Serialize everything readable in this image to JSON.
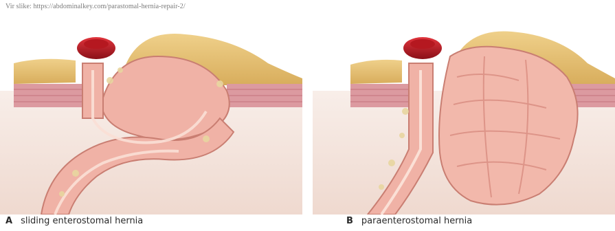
{
  "source_text": "Vir slike: https://abdominalkey.com/parastomal-hernia-repair-2/",
  "panels": [
    {
      "letter": "A",
      "caption": "sliding enterostomal hernia"
    },
    {
      "letter": "B",
      "caption": "paraenterostomal hernia"
    }
  ],
  "colors": {
    "skin_fat": "#e6c27a",
    "fat_dark": "#c99a45",
    "muscle": "#d9959a",
    "muscle_stripe": "#c06f78",
    "peritoneum_bg": "#f5e8e2",
    "bowel": "#f0b2a6",
    "bowel_dark": "#d98c80",
    "bowel_light": "#f9d4c9",
    "mesentery_fat": "#e8d6a0",
    "stoma": "#c8202a",
    "stoma_dark": "#8a1018"
  }
}
